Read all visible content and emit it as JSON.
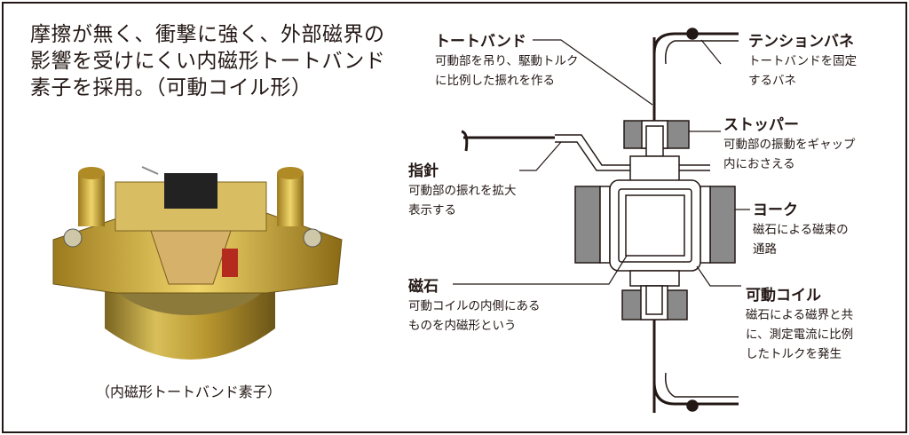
{
  "title_lines": [
    "摩擦が無く、衝撃に強く、外部磁界の",
    "影響を受けにくい内磁形トートバンド",
    "素子を採用。（可動コイル形）"
  ],
  "photo_caption": "（内磁形トートバンド素子）",
  "labels": {
    "taut_band": {
      "heading": "トートバンド",
      "lines": [
        "可動部を吊り、駆動トルク",
        "に比例した振れを作る"
      ]
    },
    "tension_spring": {
      "heading": "テンションバネ",
      "lines": [
        "トートバンドを固定",
        "するバネ"
      ]
    },
    "stopper": {
      "heading": "ストッパー",
      "lines": [
        "可動部の振動をギャップ",
        "内におさえる"
      ]
    },
    "pointer": {
      "heading": "指針",
      "lines": [
        "可動部の振れを拡大",
        "表示する"
      ]
    },
    "yoke": {
      "heading": "ヨーク",
      "lines": [
        "磁石による磁束の",
        "通路"
      ]
    },
    "magnet": {
      "heading": "磁石",
      "lines": [
        "可動コイルの内側にある",
        "ものを内磁形という"
      ]
    },
    "moving_coil": {
      "heading": "可動コイル",
      "lines": [
        "磁石による磁界と共",
        "に、測定電流に比例",
        "したトルクを発生"
      ]
    }
  },
  "colors": {
    "ink": "#231815",
    "gray": "#8a8a8a",
    "gold": "#c9a640"
  }
}
